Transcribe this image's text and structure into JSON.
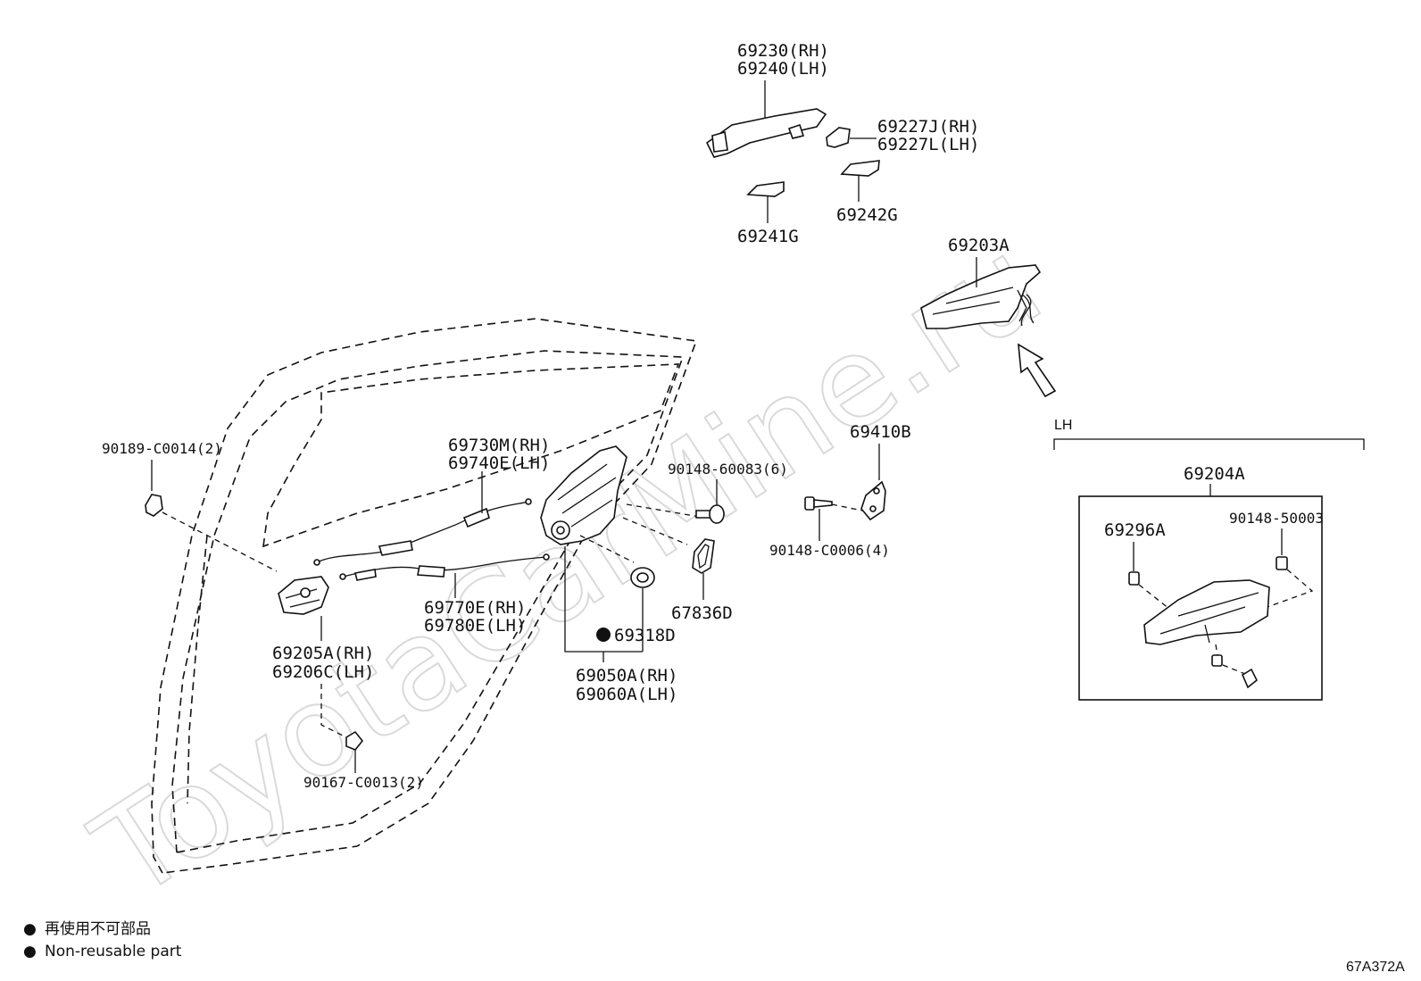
{
  "watermark": "ToyotaCarMine.ru",
  "diagram_code": "67A372A",
  "group_label": "LH",
  "legend": [
    {
      "marker": "●",
      "text": "再使用不可部品"
    },
    {
      "marker": "●",
      "text": "Non-reusable part"
    }
  ],
  "parts": {
    "outside_handle": {
      "line1": "69230(RH)",
      "line2": "69240(LH)"
    },
    "handle_cap": {
      "line1": "69227J(RH)",
      "line2": "69227L(LH)"
    },
    "pad_1": "69241G",
    "pad_2": "69242G",
    "handle_frame": "69203A",
    "frame_assy_lh": "69204A",
    "bolt_69296a": "69296A",
    "screw_90148_50003": "90148-50003",
    "striker": "69410B",
    "screw_90148_c0006": "90148-C0006(4)",
    "screw_90148_60083": "90148-60083(6)",
    "cable_upper": {
      "line1": "69730M(RH)",
      "line2": "69740E(LH)"
    },
    "cable_lower": {
      "line1": "69770E(RH)",
      "line2": "69780E(LH)"
    },
    "clip_90189": "90189-C0014(2)",
    "inside_handle": {
      "line1": "69205A(RH)",
      "line2": "69206C(LH)"
    },
    "screw_90167": "90167-C0013(2)",
    "gasket": "67836D",
    "seal": "69318D",
    "lock_assy": {
      "line1": "69050A(RH)",
      "line2": "69060A(LH)"
    }
  }
}
